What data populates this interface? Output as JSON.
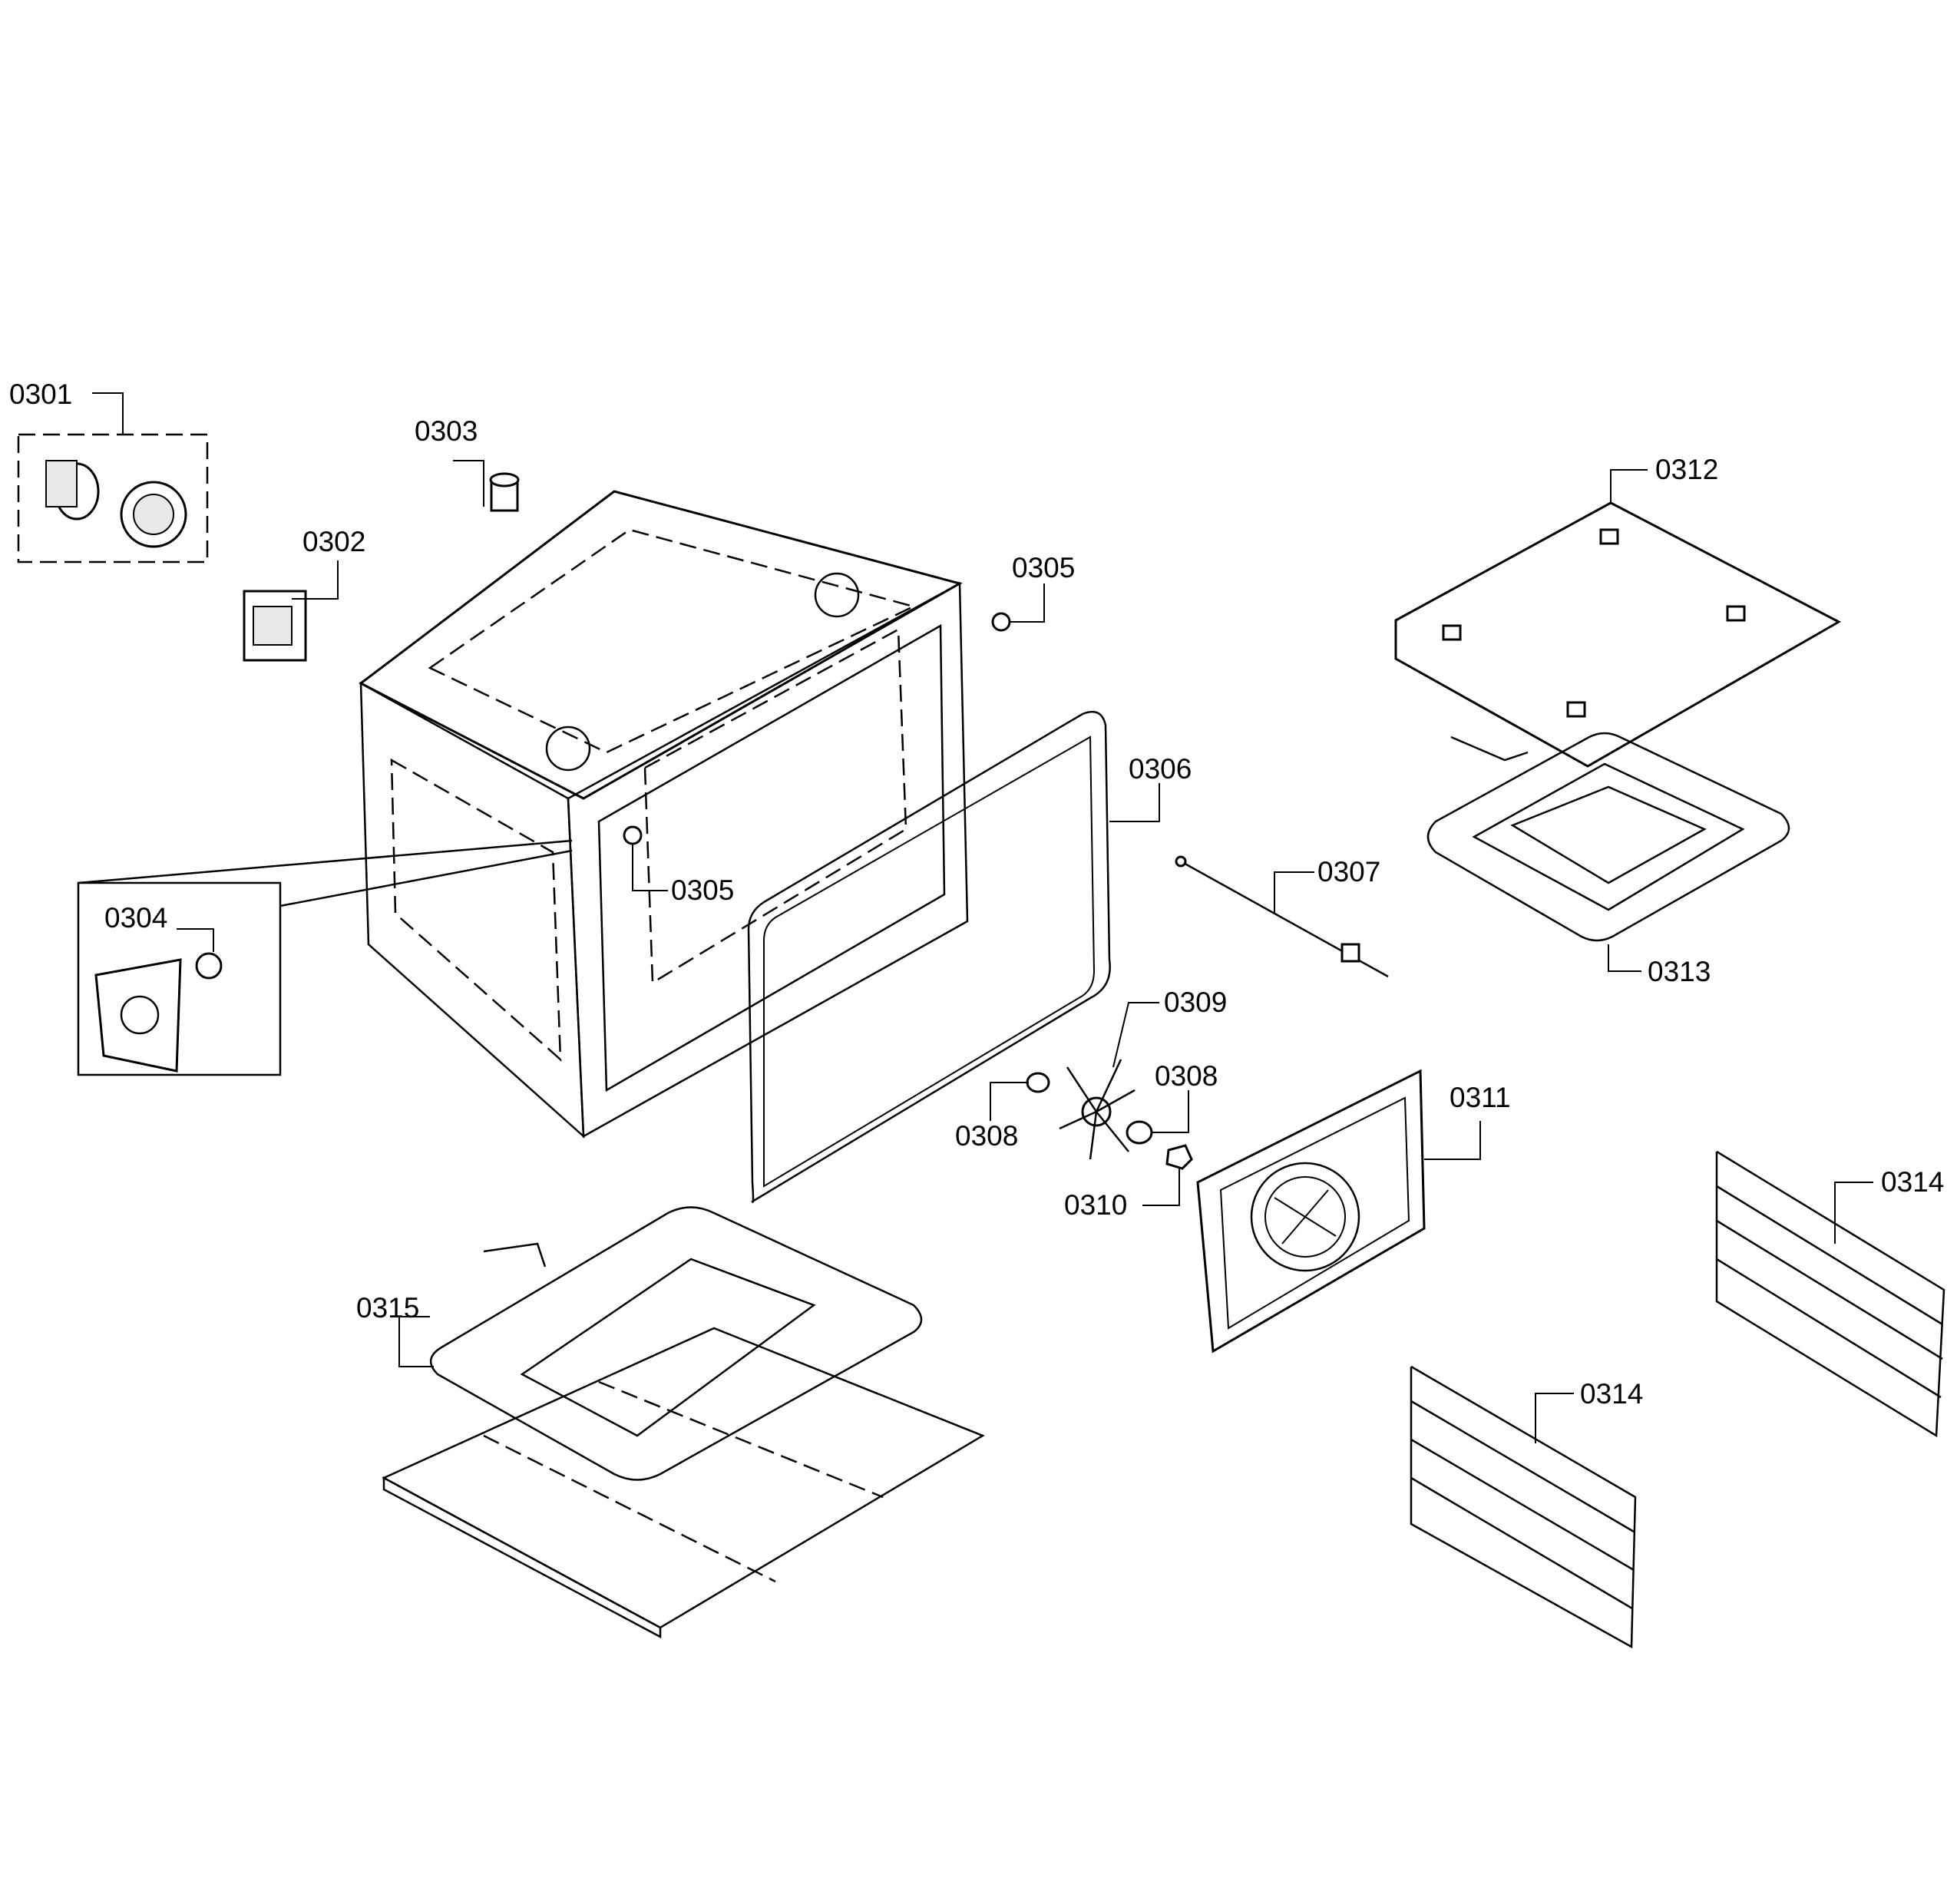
{
  "callouts": {
    "p0301": "0301",
    "p0302": "0302",
    "p0303": "0303",
    "p0304": "0304",
    "p0305a": "0305",
    "p0305b": "0305",
    "p0306": "0306",
    "p0307": "0307",
    "p0308a": "0308",
    "p0308b": "0308",
    "p0309": "0309",
    "p0310": "0310",
    "p0311": "0311",
    "p0312": "0312",
    "p0313": "0313",
    "p0314a": "0314",
    "p0314b": "0314",
    "p0315": "0315"
  }
}
